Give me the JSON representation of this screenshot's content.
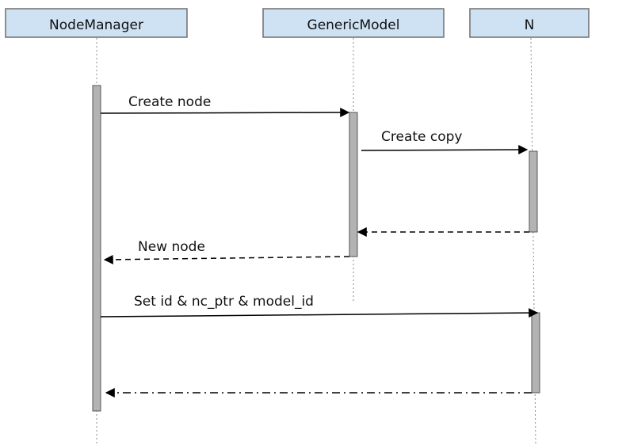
{
  "participants": [
    {
      "name": "NodeManager"
    },
    {
      "name": "GenericModel"
    },
    {
      "name": "N"
    }
  ],
  "messages": [
    {
      "label": "Create node",
      "from": "NodeManager",
      "to": "GenericModel",
      "style": "solid"
    },
    {
      "label": "Create copy",
      "from": "GenericModel",
      "to": "N",
      "style": "solid"
    },
    {
      "label": "",
      "from": "N",
      "to": "GenericModel",
      "style": "dashed"
    },
    {
      "label": "New node",
      "from": "GenericModel",
      "to": "NodeManager",
      "style": "dashed"
    },
    {
      "label": "Set id & nc_ptr & model_id",
      "from": "NodeManager",
      "to": "N",
      "style": "solid"
    },
    {
      "label": "",
      "from": "N",
      "to": "NodeManager",
      "style": "dash-dot"
    }
  ],
  "colors": {
    "participant_fill": "#cfe2f3",
    "activation_fill": "#b3b3b3",
    "line": "#000000"
  }
}
